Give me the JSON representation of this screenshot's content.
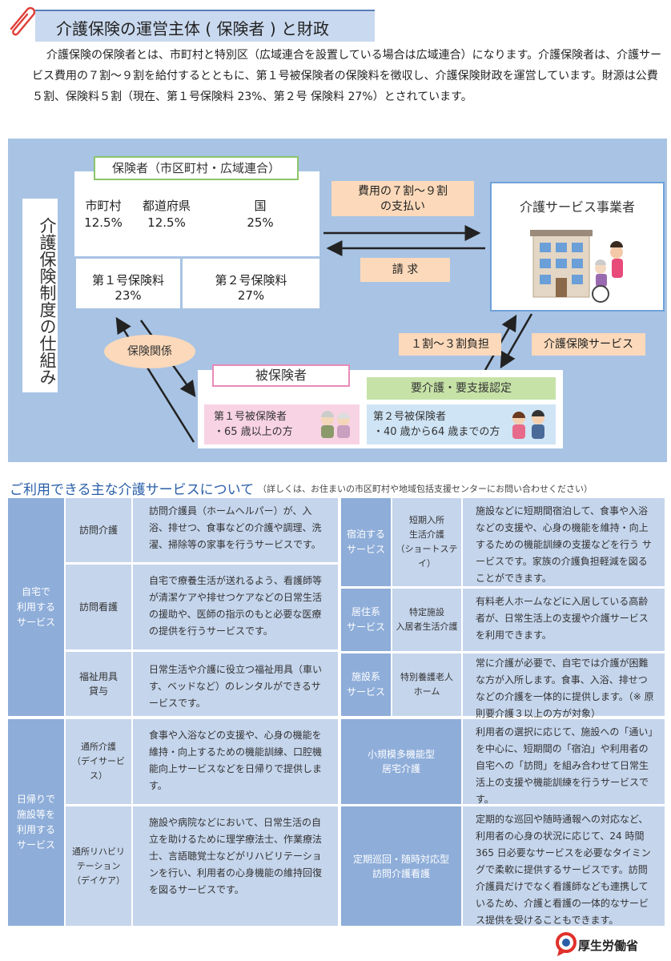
{
  "header": {
    "title": "介護保険の運営主体 ( 保険者 ) と財政",
    "intro": "介護保険の保険者とは、市町村と特別区（広域連合を設置している場合は広域連合）になります。介護保険者は、介護サービス費用の７割～９割を給付するとともに、第１号被保険者の保険料を徴収し、介護保険財政を運営しています。財源は公費５割、保険料５割（現在、第１号保険料 23%、第２号 保険料 27%）とされています。"
  },
  "diagram": {
    "system_title": "介護保険制度の仕組み",
    "insurer_label": "保険者（市区町村・広域連合）",
    "municipality": {
      "name": "市町村",
      "pct": "12.5%"
    },
    "prefecture": {
      "name": "都道府県",
      "pct": "12.5%"
    },
    "nation": {
      "name": "国",
      "pct": "25%"
    },
    "premium1": {
      "name": "第１号保険料",
      "pct": "23%"
    },
    "premium2": {
      "name": "第２号保険料",
      "pct": "27%"
    },
    "payment_line1": "費用の７割～９割",
    "payment_line2": "の支払い",
    "claim": "請 求",
    "provider": "介護サービス事業者",
    "insurance_relation": "保険関係",
    "copay": "１割～３割負担",
    "care_service": "介護保険サービス",
    "insured": "被保険者",
    "certification": "要介護・要支援認定",
    "insured1_title": "第１号被保険者",
    "insured1_desc": "・65 歳以上の方",
    "insured2_title": "第２号被保険者",
    "insured2_desc": "・40 歳から64 歳までの方"
  },
  "services": {
    "title": "ご利用できる主な介護サービスについて",
    "note": "（詳しくは、お住まいの市区町村や地域包括支援センターにお問い合わせください）",
    "left": {
      "cat_home": "自宅で\n利用する\nサービス",
      "cat_day": "日帰りで\n施設等を\n利用する\nサービス",
      "rows": [
        {
          "name": "訪問介護",
          "desc": "訪問介護員（ホームヘルパー）が、入浴、排せつ、食事などの介護や調理、洗濯、掃除等の家事を行うサービスです。"
        },
        {
          "name": "訪問看護",
          "desc": "自宅で療養生活が送れるよう、看護師等が清潔ケアや排せつケアなどの日常生活の援助や、医師の指示のもと必要な医療 の提供を行うサービスです。"
        },
        {
          "name": "福祉用具\n貸与",
          "desc": "日常生活や介護に役立つ福祉用具（車いす、ベッドなど）のレンタルができるサービスです。"
        },
        {
          "name": "通所介護\n（デイサービス）",
          "desc": "食事や入浴などの支援や、心身の機能を維持・向上するための機能訓練、口腔機能向上サービスなどを日帰りで提供します。"
        },
        {
          "name": "通所リハビリ\nテーション\n（デイケア）",
          "desc": "施設や病院などにおいて、日常生活の自 立を助けるために理学療法士、作業療法士、言語聴覚士などがリハビリテーションを行い、利用者の心身機能の維持回復を図るサービスです。"
        }
      ]
    },
    "right": {
      "cat_stay": "宿泊する\nサービス",
      "cat_residence": "居住系\nサービス",
      "cat_facility": "施設系\nサービス",
      "rows": [
        {
          "name": "短期入所\n生活介護\n（ショートステイ）",
          "desc": "施設などに短期間宿泊して、食事や入浴などの支援や、心身の機能を維持・向上するための機能訓練の支援などを行う サービスです。家族の介護負担軽減を図ることができます。"
        },
        {
          "name": "特定施設\n入居者生活介護",
          "desc": "有料老人ホームなどに入居している高齢者が、日常生活上の支援や介護サービス を利用できます。"
        },
        {
          "name": "特別養護老人\nホーム",
          "desc": "常に介護が必要で、自宅では介護が困難な方が入所します。食事、入浴、排せつなどの介護を一体的に提供します。（※ 原則要介護３以上の方が対象）"
        },
        {
          "name": "小規模多機能型\n居宅介護",
          "desc": "利用者の選択に応じて、施設への「通い」を中心に、短期間の「宿泊」や利用者の自宅への「訪問」を組み合わせて日常生活上の支援や機能訓練を行うサービスです。"
        },
        {
          "name": "定期巡回・随時対応型\n訪問介護看護",
          "desc": "定期的な巡回や随時通報への対応など、利用者の心身の状況に応じて、24 時間 365 日必要なサービスを必要なタイミングで柔軟に提供するサービスです。訪問介護員だけでなく看護師なども連携しているため、介護と看護の一体的なサービス提供を受けることもできます。"
        }
      ]
    }
  },
  "footer": {
    "ministry": "厚生労働省"
  },
  "colors": {
    "band": "#c9d9ef",
    "diagram_bg": "#a8c3e4",
    "cat": "#8eadd9",
    "cell": "#c5d5ec",
    "peach": "#fbd9ba",
    "heading_blue": "#2a5fa8"
  }
}
